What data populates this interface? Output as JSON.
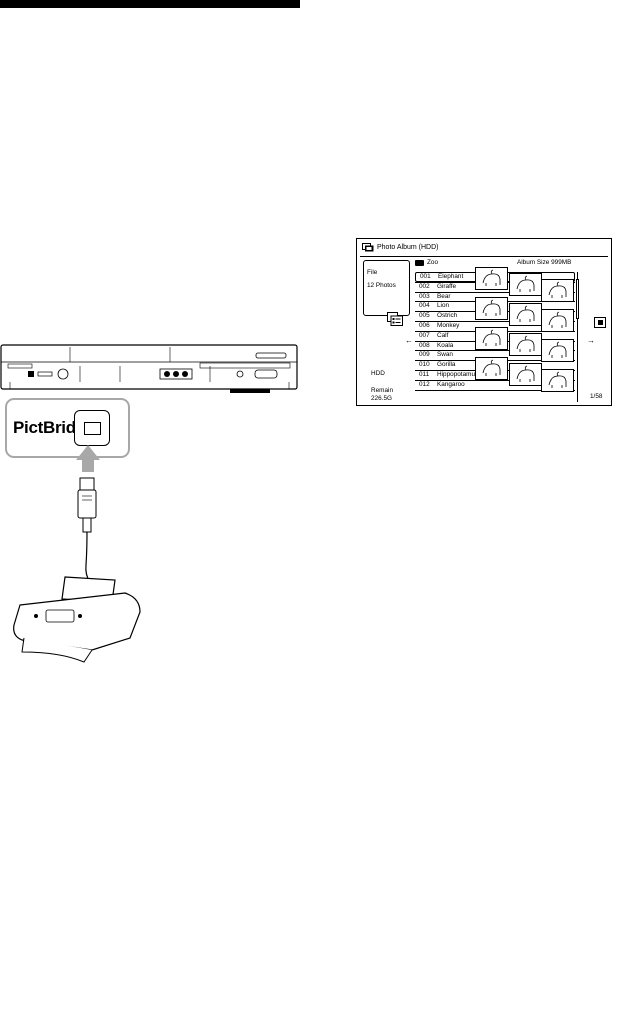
{
  "callout": {
    "label": "PictBridge"
  },
  "album": {
    "title": "Photo Album (HDD)",
    "folder": "Zoo",
    "album_size": "Album Size 999MB",
    "file_panel": {
      "line1": "File",
      "line2": "12 Photos"
    },
    "drive": "HDD",
    "remain": {
      "line1": "Remain",
      "line2": "226.5G"
    },
    "page": "1/58",
    "items": [
      {
        "num": "001",
        "name": "Elephant"
      },
      {
        "num": "002",
        "name": "Giraffe"
      },
      {
        "num": "003",
        "name": "Bear"
      },
      {
        "num": "004",
        "name": "Lion"
      },
      {
        "num": "005",
        "name": "Ostrich"
      },
      {
        "num": "006",
        "name": "Monkey"
      },
      {
        "num": "007",
        "name": "Calf"
      },
      {
        "num": "008",
        "name": "Koala"
      },
      {
        "num": "009",
        "name": "Swan"
      },
      {
        "num": "010",
        "name": "Gorilla"
      },
      {
        "num": "011",
        "name": "Hippopotamus"
      },
      {
        "num": "012",
        "name": "Kangaroo"
      }
    ],
    "selected_index": 0,
    "scroll_position": 0.05,
    "icons": [
      "photo-album-icon",
      "folder-icon",
      "list-view-icon",
      "left-arrow-icon",
      "right-arrow-icon",
      "stop-icon",
      "scrollbar"
    ]
  }
}
